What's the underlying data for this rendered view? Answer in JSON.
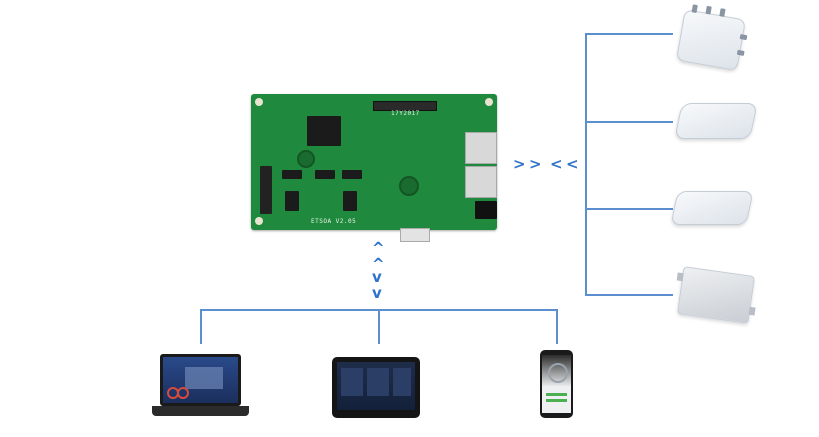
{
  "colors": {
    "line": "#5b8fcf",
    "chevron": "#2f73c9",
    "pcb": "#1f8a3d",
    "background": "#ffffff"
  },
  "board": {
    "silkscreen_top": "17Y2017",
    "silkscreen_bottom": "ETSOA  V2.05"
  },
  "connectors": {
    "horizontal_chevrons": [
      ">",
      ">",
      "<",
      "<"
    ],
    "vertical_chevrons": [
      "^",
      "^",
      "v",
      "v"
    ]
  },
  "devices": {
    "access_points": [
      "outdoor-ap-icon",
      "ceiling-ap-icon",
      "wall-ap-icon",
      "rugged-ap-icon"
    ],
    "clients": [
      "laptop-icon",
      "tablet-icon",
      "smartphone-icon"
    ]
  }
}
